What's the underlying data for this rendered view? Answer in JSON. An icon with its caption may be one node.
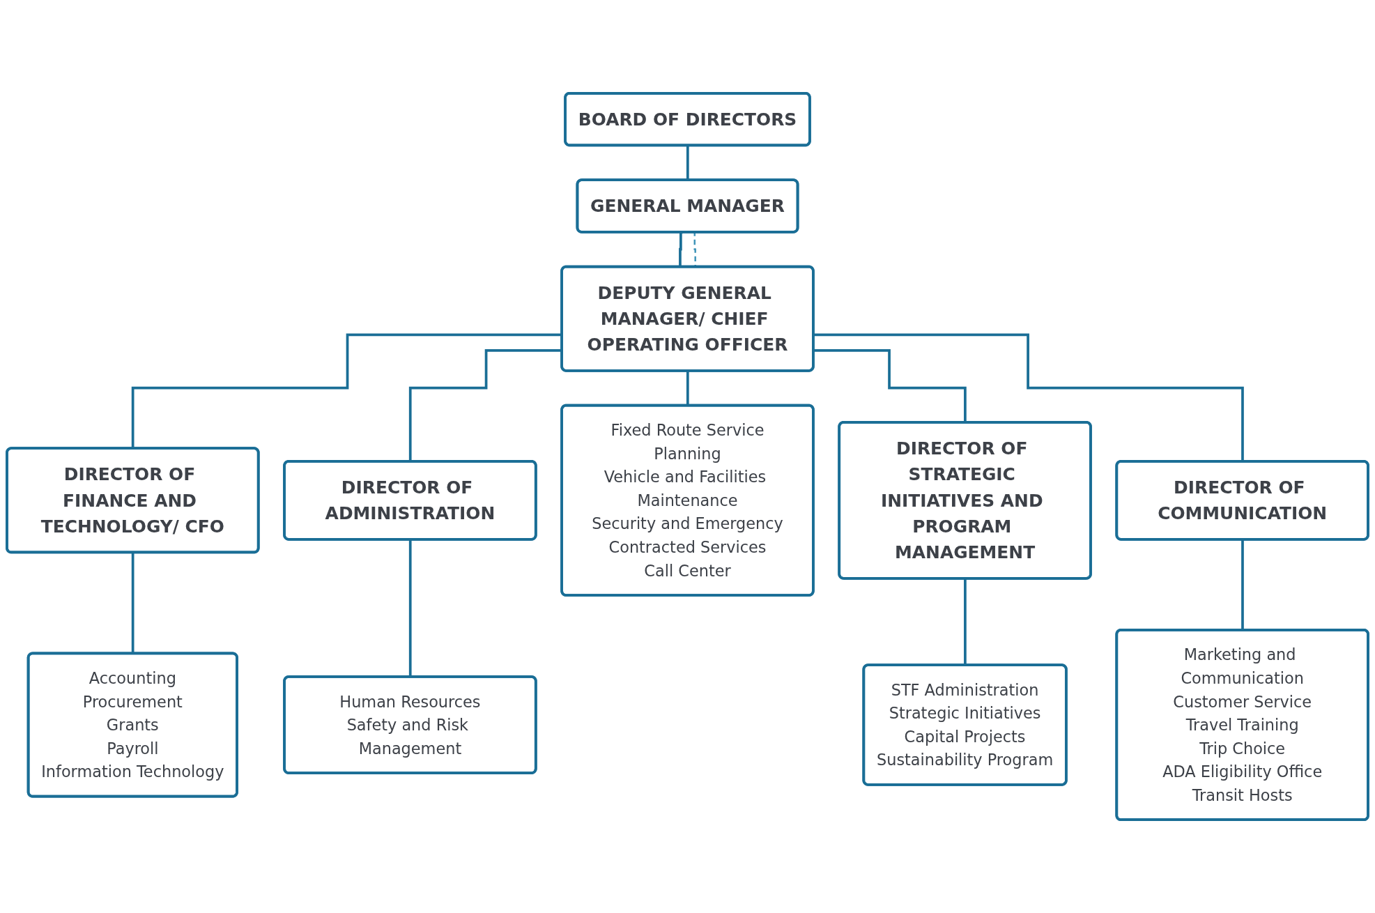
{
  "diagram": {
    "nodes": [
      {
        "text": [
          "BOARD OF DIRECTORS"
        ]
      },
      {
        "text": [
          "GENERAL MANAGER"
        ]
      },
      {
        "text": [
          "DEPUTY GENERAL MANAGER/ CHIEF OPERATING OFFICER"
        ]
      },
      {
        "text": [
          "DIRECTOR OF FINANCE AND TECHNOLOGY/ CFO"
        ]
      },
      {
        "text": [
          "Accounting",
          "Procurement",
          "Grants",
          "Payroll",
          "Information Technology"
        ]
      },
      {
        "text": [
          "DIRECTOR OF ADMINISTRATION"
        ]
      },
      {
        "text": [
          "Human Resources",
          "Safety and Risk Management"
        ]
      },
      {
        "text": [
          "Fixed Route Service",
          "Planning",
          "Vehicle and Facilities Maintenance",
          "Security and Emergency",
          "Contracted Services",
          "Call Center"
        ]
      },
      {
        "text": [
          "DIRECTOR OF STRATEGIC INITIATIVES AND PROGRAM MANAGEMENT"
        ]
      },
      {
        "text": [
          "STF Administration",
          "Strategic Initiatives",
          "Capital Projects",
          "Sustainability Program"
        ]
      },
      {
        "text": [
          "DIRECTOR OF COMMUNICATION"
        ]
      },
      {
        "text": [
          "Marketing and Communication",
          "Customer Service",
          "Travel Training",
          "Trip Choice",
          "ADA Eligibility Office",
          "Transit Hosts"
        ]
      }
    ],
    "edges": [
      {
        "from": 0,
        "to": 1,
        "arrow": "none"
      },
      {
        "from": 1,
        "to": 2,
        "arrow": "none"
      },
      {
        "from": 2,
        "to": 3,
        "arrow": "none"
      },
      {
        "from": 2,
        "to": 5,
        "arrow": "none"
      },
      {
        "from": 2,
        "to": 7,
        "arrow": "none"
      },
      {
        "from": 2,
        "to": 8,
        "arrow": "none"
      },
      {
        "from": 2,
        "to": 10,
        "arrow": "none"
      },
      {
        "from": 3,
        "to": 4,
        "arrow": "none"
      },
      {
        "from": 5,
        "to": 6,
        "arrow": "none"
      },
      {
        "from": 8,
        "to": 9,
        "arrow": "none"
      },
      {
        "from": 10,
        "to": 11,
        "arrow": "none"
      },
      {
        "from": 1,
        "to": 2,
        "arrow": "none",
        "style": "dashed",
        "color": "#3f94b8"
      }
    ]
  }
}
